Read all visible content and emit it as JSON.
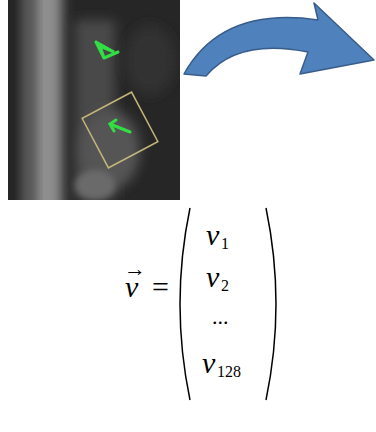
{
  "diagram": {
    "labels": [
      "→",
      "v",
      "=",
      "v",
      "1",
      "v",
      "2",
      "...",
      "v",
      "128"
    ]
  }
}
